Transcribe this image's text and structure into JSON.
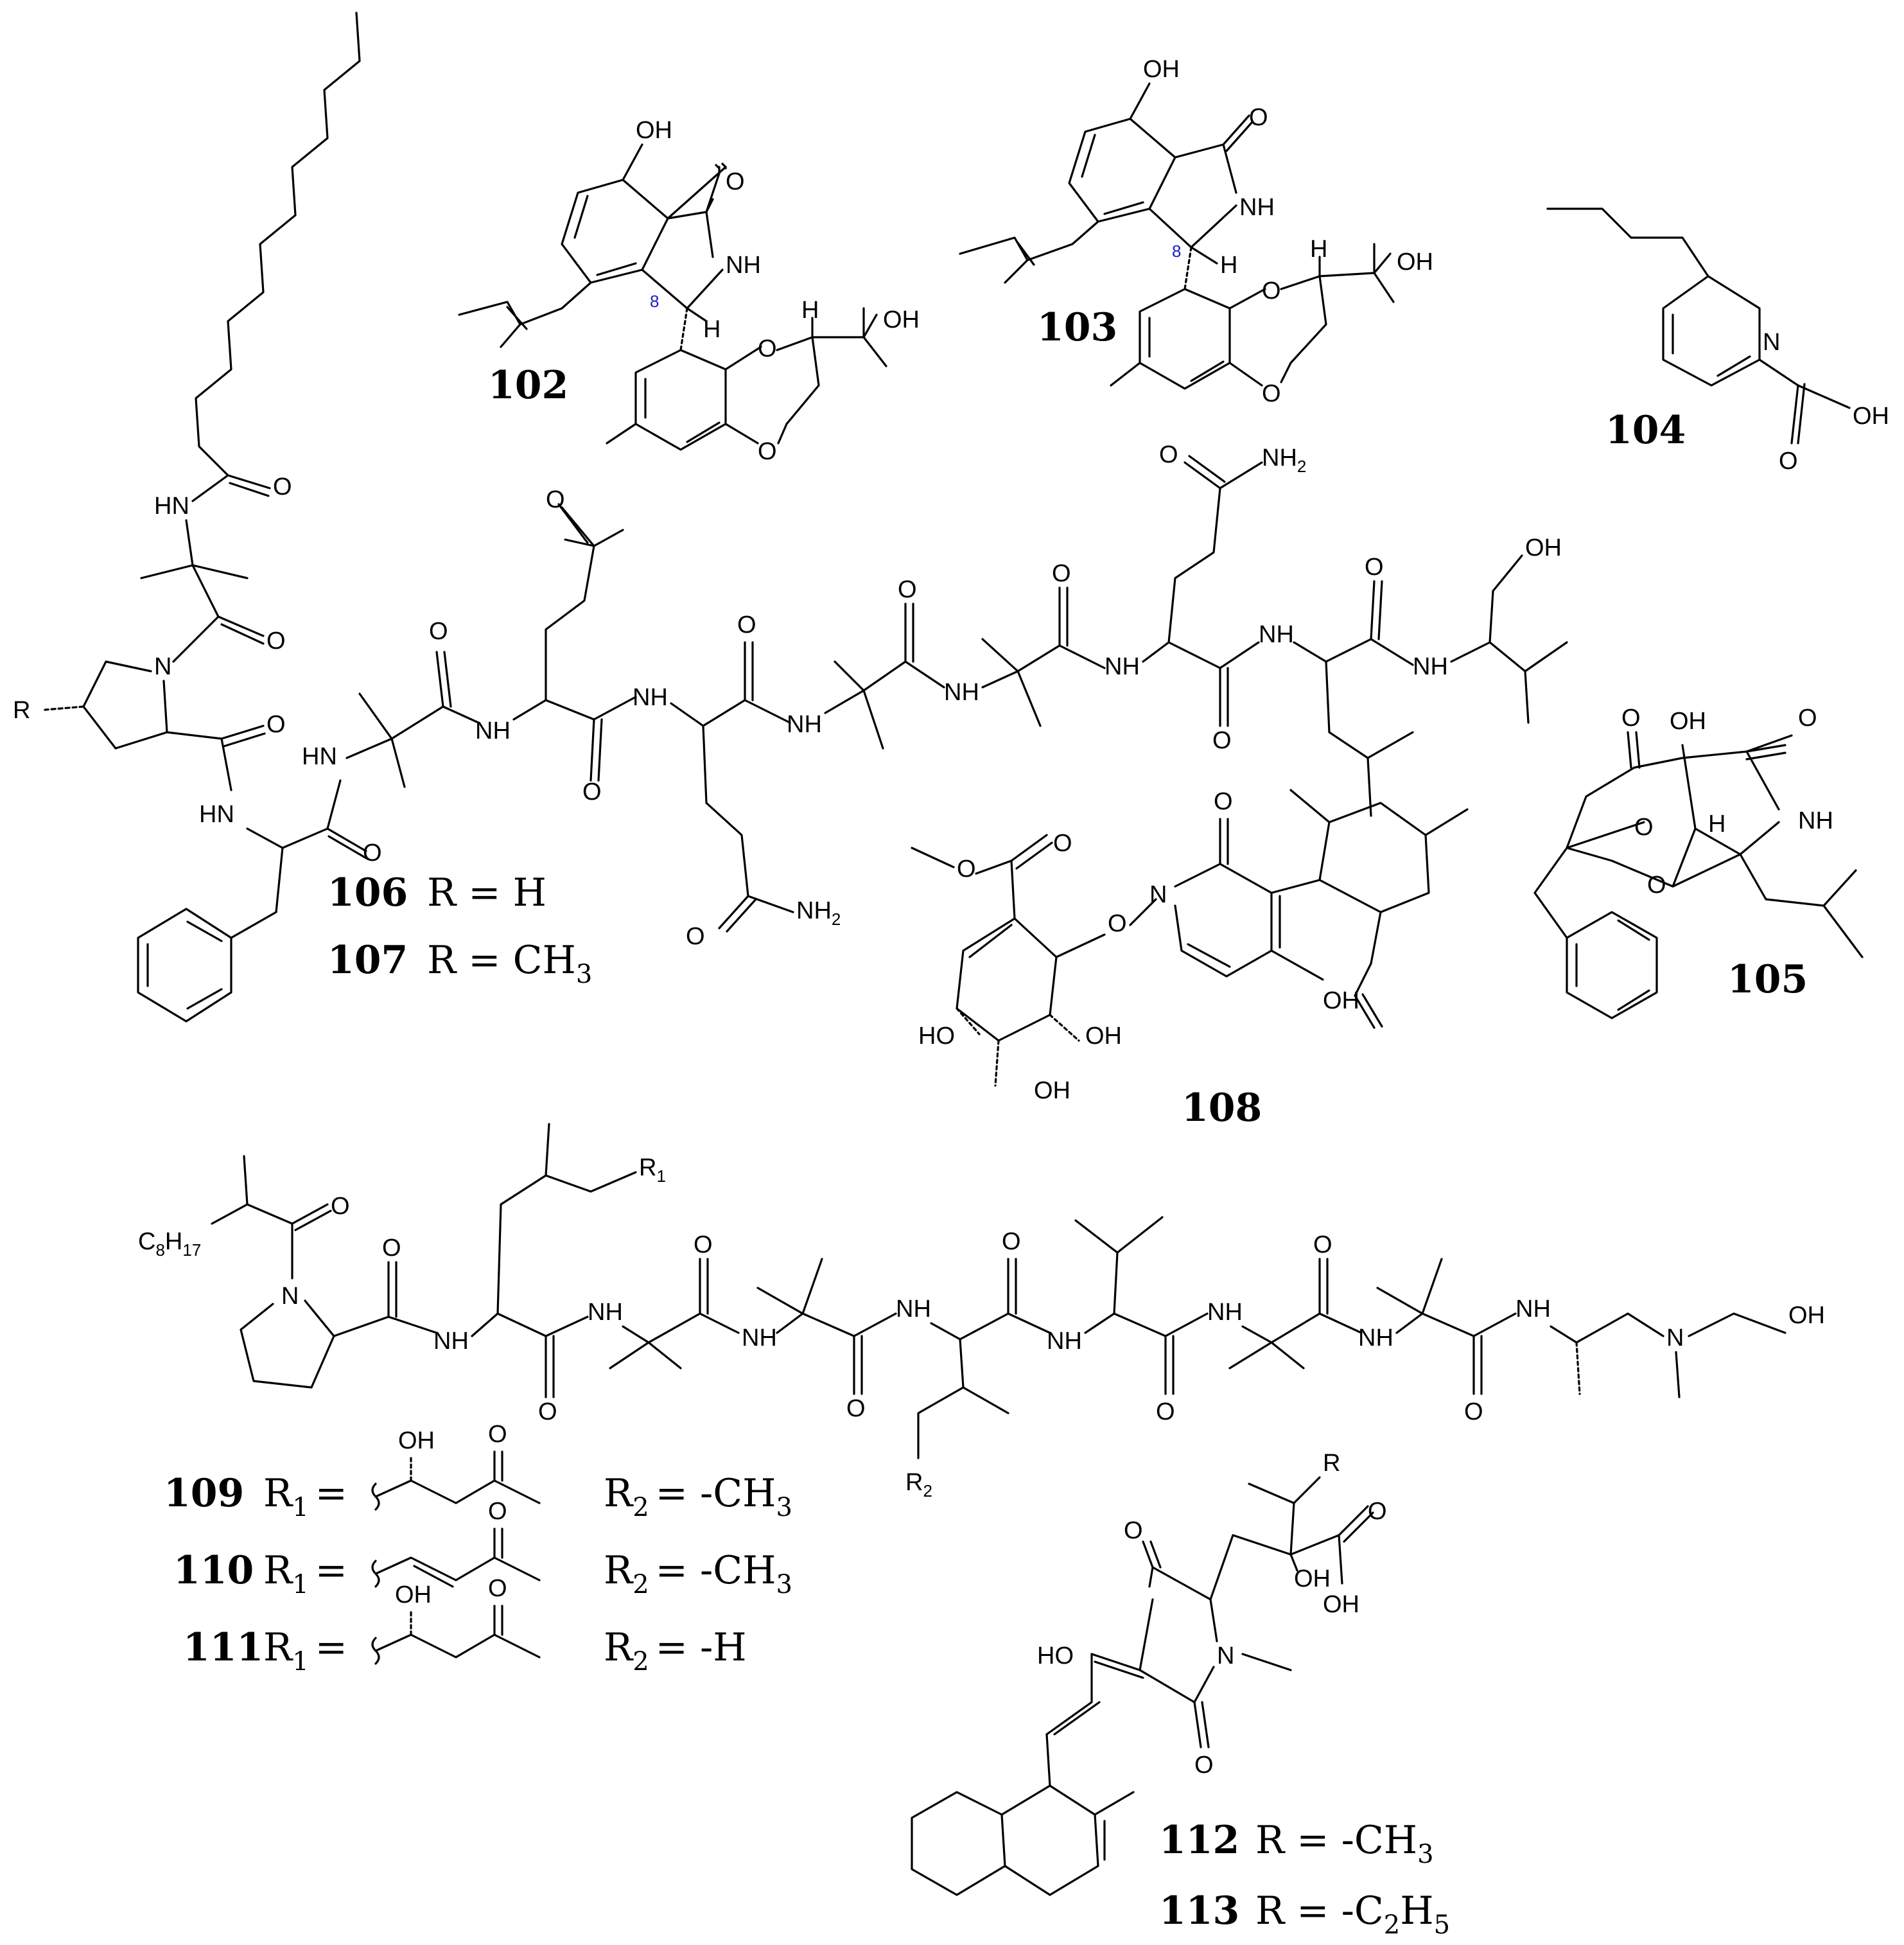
{
  "compounds": {
    "c102": "102",
    "c103": "103",
    "c104": "104",
    "c105": "105",
    "c106": "106",
    "c106_r": "R = H",
    "c107": "107",
    "c107_r": "R = CH",
    "c107_sub": "3",
    "c108": "108",
    "c109": "109",
    "c110": "110",
    "c111": "111",
    "c112": "112",
    "c112_r": "R = -CH",
    "c112_sub": "3",
    "c113": "113",
    "c113_r": "R = -C",
    "c113_sub1": "2",
    "c113_h": "H",
    "c113_sub2": "5"
  },
  "series_109_111": {
    "r1_label": "R",
    "r1_sub": "1",
    "eq": "=",
    "r2_label": "R",
    "r2_sub": "2",
    "r2_val_109": "= -CH",
    "r2_val_110": "= -CH",
    "r2_val_111": "= -H",
    "r2_sub_ch3": "3"
  },
  "atoms": {
    "oh": "OH",
    "ho": "HO",
    "o": "O",
    "nh": "NH",
    "hn": "HN",
    "n": "N",
    "h": "H",
    "r": "R",
    "nh2": "NH",
    "nh2_sub": "2",
    "c8h17_c": "C",
    "c8h17_8": "8",
    "c8h17_h": "H",
    "c8h17_17": "17",
    "stereo8": "8"
  }
}
